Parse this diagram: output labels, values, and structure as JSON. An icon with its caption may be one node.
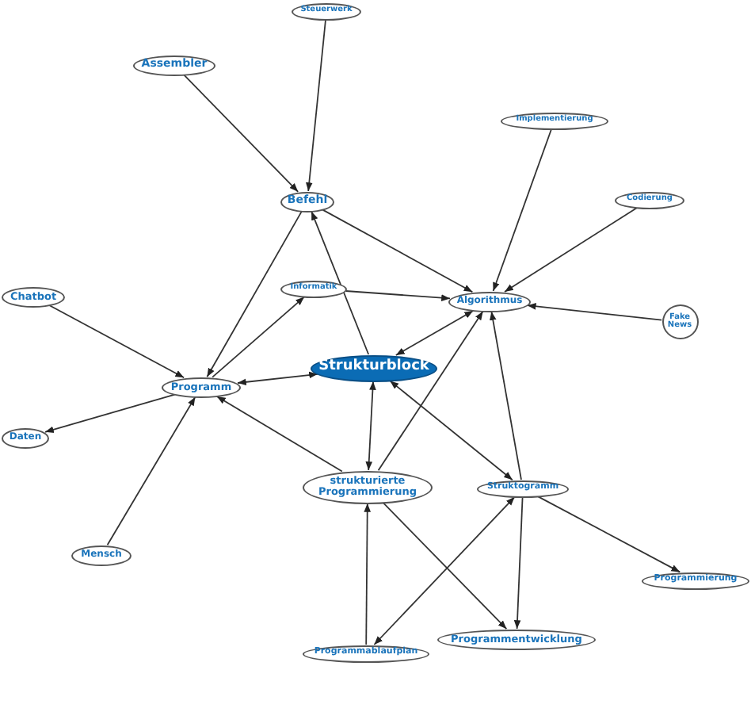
{
  "diagram": {
    "nodes": [
      {
        "text": [
          "Steuerwerk"
        ]
      },
      {
        "text": [
          "Assembler"
        ]
      },
      {
        "text": [
          "Implementierung"
        ]
      },
      {
        "text": [
          "Befehl"
        ]
      },
      {
        "text": [
          "Codierung"
        ]
      },
      {
        "text": [
          "Informatik"
        ]
      },
      {
        "text": [
          "Chatbot"
        ]
      },
      {
        "text": [
          "Algorithmus"
        ]
      },
      {
        "text": [
          "Fake News"
        ]
      },
      {
        "text": [
          "Strukturblock"
        ]
      },
      {
        "text": [
          "Programm"
        ]
      },
      {
        "text": [
          "Daten"
        ]
      },
      {
        "text": [
          "strukturierte Programmierung"
        ]
      },
      {
        "text": [
          "Struktogramm"
        ]
      },
      {
        "text": [
          "Mensch"
        ]
      },
      {
        "text": [
          "Programmierung"
        ]
      },
      {
        "text": [
          "Programmablaufplan"
        ]
      },
      {
        "text": [
          "Programmentwicklung"
        ]
      }
    ],
    "edges": [
      {
        "from": 0,
        "to": 3,
        "arrow": "to"
      },
      {
        "from": 1,
        "to": 3,
        "arrow": "to"
      },
      {
        "from": 3,
        "to": 7,
        "arrow": "to"
      },
      {
        "from": 3,
        "to": 10,
        "arrow": "to"
      },
      {
        "from": 9,
        "to": 3,
        "arrow": "to"
      },
      {
        "from": 10,
        "to": 5,
        "arrow": "to"
      },
      {
        "from": 5,
        "to": 7,
        "arrow": "to"
      },
      {
        "from": 2,
        "to": 7,
        "arrow": "to"
      },
      {
        "from": 4,
        "to": 7,
        "arrow": "to"
      },
      {
        "from": 8,
        "to": 7,
        "arrow": "to"
      },
      {
        "from": 9,
        "to": 7,
        "arrow": "both"
      },
      {
        "from": 12,
        "to": 7,
        "arrow": "to"
      },
      {
        "from": 13,
        "to": 7,
        "arrow": "to"
      },
      {
        "from": 6,
        "to": 10,
        "arrow": "to"
      },
      {
        "from": 10,
        "to": 9,
        "arrow": "both"
      },
      {
        "from": 10,
        "to": 11,
        "arrow": "to"
      },
      {
        "from": 14,
        "to": 10,
        "arrow": "to"
      },
      {
        "from": 12,
        "to": 10,
        "arrow": "to"
      },
      {
        "from": 9,
        "to": 12,
        "arrow": "both"
      },
      {
        "from": 9,
        "to": 13,
        "arrow": "both"
      },
      {
        "from": 12,
        "to": 17,
        "arrow": "to"
      },
      {
        "from": 16,
        "to": 12,
        "arrow": "to"
      },
      {
        "from": 16,
        "to": 13,
        "arrow": "both"
      },
      {
        "from": 13,
        "to": 17,
        "arrow": "to"
      },
      {
        "from": 13,
        "to": 15,
        "arrow": "to"
      }
    ]
  }
}
